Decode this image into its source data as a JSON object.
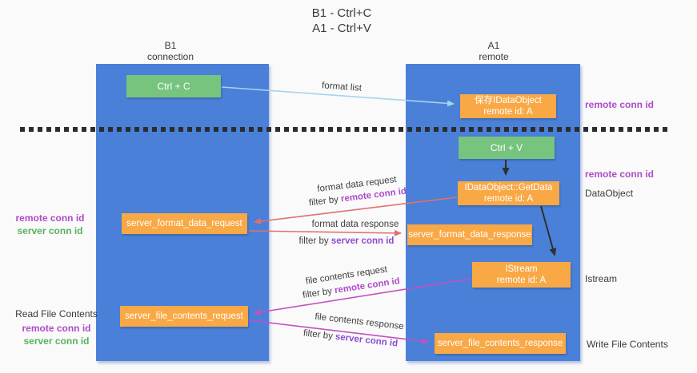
{
  "title": {
    "line1": "B1 - Ctrl+C",
    "line2": "A1 - Ctrl+V"
  },
  "columns": {
    "left": {
      "name": "B1",
      "subtitle": "connection"
    },
    "right": {
      "name": "A1",
      "subtitle": "remote"
    }
  },
  "nodes": {
    "ctrl_c": {
      "label": "Ctrl + C"
    },
    "ctrl_v": {
      "label": "Ctrl + V"
    },
    "save_dataobject": {
      "line1": "保存IDataObject",
      "line2": "remote id: A"
    },
    "getdata": {
      "line1": "IDataObject::GetData",
      "line2": "remote id: A"
    },
    "istream": {
      "line1": "IStream",
      "line2": "remote id: A"
    },
    "format_request": {
      "label": "server_format_data_request"
    },
    "format_response": {
      "label": "server_format_data_response"
    },
    "file_request": {
      "label": "server_file_contents_request"
    },
    "file_response": {
      "label": "server_file_contents_response"
    }
  },
  "flow_labels": {
    "format_list": "format list",
    "format_data_request": "format data request",
    "format_data_response": "format data response",
    "file_contents_request": "file contents request",
    "file_contents_response": "file contents response",
    "filter_prefix": "filter by ",
    "remote_conn_id": "remote conn id",
    "server_conn_id": "server conn id"
  },
  "annotations": {
    "left_mid": {
      "remote": "remote conn id",
      "server": "server conn id"
    },
    "left_bottom": {
      "title": "Read File Contents",
      "remote": "remote conn id",
      "server": "server conn id"
    },
    "right_top_remote": "remote conn id",
    "right_mid_remote": "remote conn id",
    "right_dataobject": "DataObject",
    "right_istream": "Istream",
    "right_write": "Write File Contents"
  },
  "colors": {
    "lane_blue": "#4a80d8",
    "node_green": "#77c47e",
    "node_orange": "#f8a845",
    "arrow_light_blue": "#a6d3ee",
    "arrow_red": "#e0716b",
    "arrow_magenta": "#c44fc4",
    "arrow_black": "#2f2f2f",
    "remote_conn_purple": "#ae4bc8",
    "server_conn_filter_purple": "#8d4bd1",
    "server_conn_green": "#57b260"
  }
}
